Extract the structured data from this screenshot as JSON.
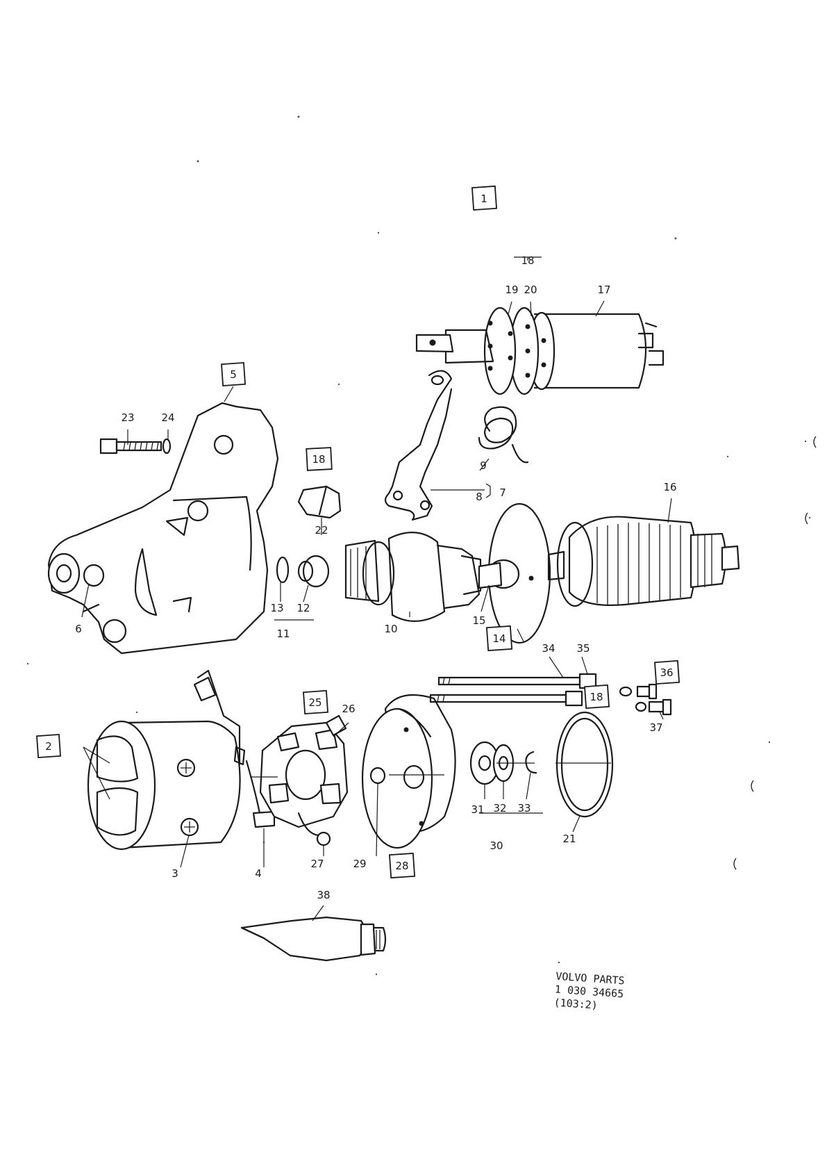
{
  "diagram": {
    "callouts": {
      "c1": "1",
      "c2": "2",
      "c3": "3",
      "c4": "4",
      "c5": "5",
      "c6": "6",
      "c7": "7",
      "c8": "8",
      "c9": "9",
      "c10": "10",
      "c11": "11",
      "c12": "12",
      "c13": "13",
      "c14": "14",
      "c15": "15",
      "c16": "16",
      "c17": "17",
      "c18_top": "18",
      "c18_mid": "18",
      "c18_right": "18",
      "c19": "19",
      "c20": "20",
      "c21": "21",
      "c22": "22",
      "c23": "23",
      "c24": "24",
      "c25": "25",
      "c26": "26",
      "c27": "27",
      "c28": "28",
      "c29": "29",
      "c30": "30",
      "c31": "31",
      "c32": "32",
      "c33": "33",
      "c34": "34",
      "c35": "35",
      "c36": "36",
      "c37": "37",
      "c38": "38"
    },
    "stamp": {
      "line1": "VOLVO PARTS",
      "line2": "1 030 34665",
      "line3": "(103:2)"
    }
  },
  "colors": {
    "ink": "#1a1a1a",
    "paper": "#ffffff"
  }
}
